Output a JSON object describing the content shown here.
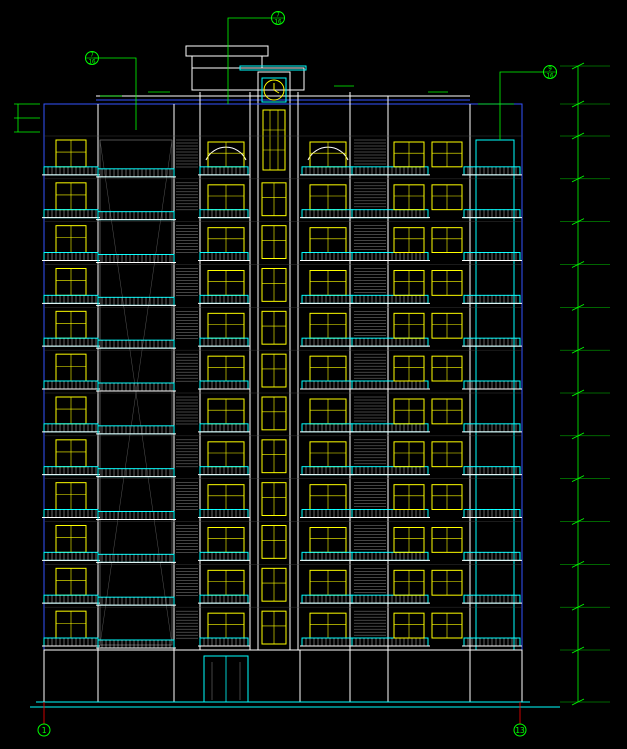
{
  "drawing": {
    "floors_upper": 12,
    "colors": {
      "background": "#000000",
      "outline": "#ffffff",
      "railing": "#00ffff",
      "window": "#ffff00",
      "annotation": "#00ff00",
      "grid": "#ff0000",
      "baseline": "#3355ff"
    },
    "axis_labels": {
      "left": "1",
      "right": "13"
    },
    "callouts": [
      {
        "top": "7",
        "bottom": "16"
      },
      {
        "top": "7",
        "bottom": "16"
      },
      {
        "top": "9",
        "bottom": "16"
      }
    ]
  }
}
